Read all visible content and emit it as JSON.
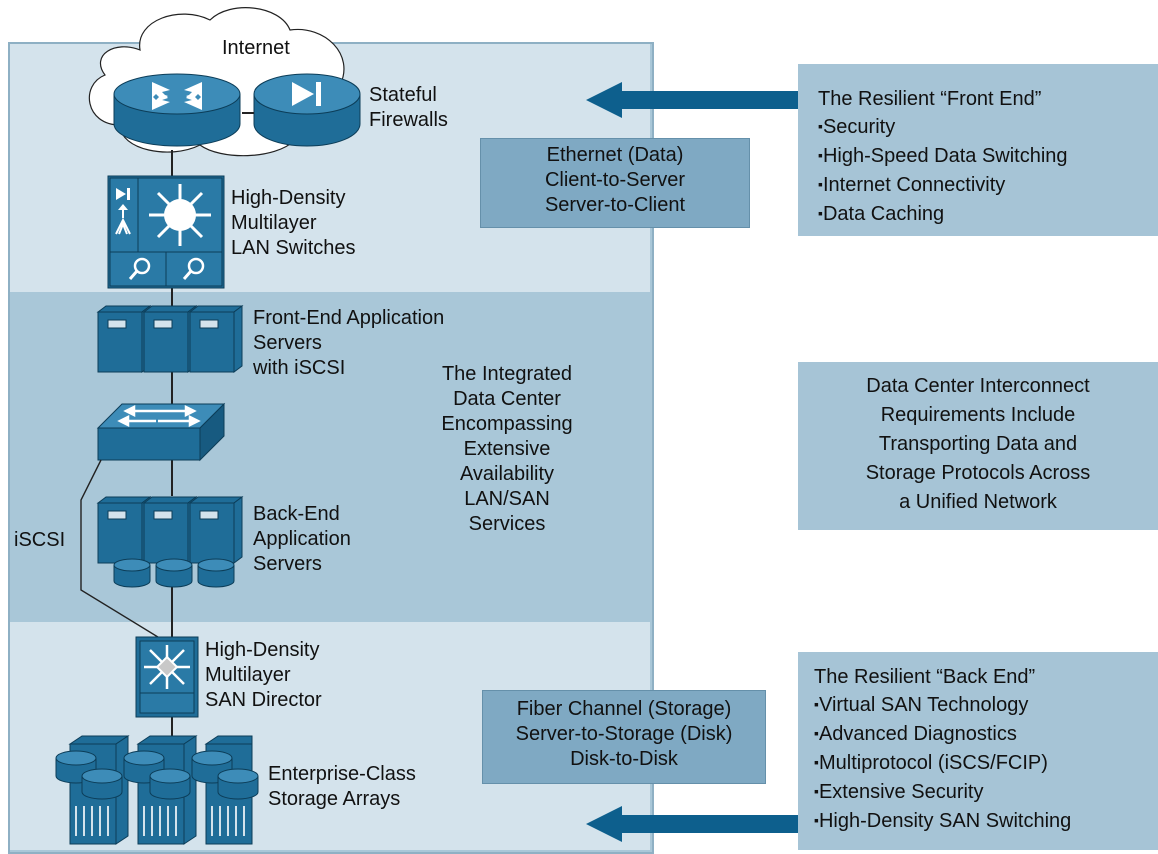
{
  "labels": {
    "internet": "Internet",
    "firewalls": [
      "Stateful",
      "Firewalls"
    ],
    "lan_switches": [
      "High-Density",
      "Multilayer",
      "LAN Switches"
    ],
    "front_end_servers": [
      "Front-End Application",
      "Servers",
      "with iSCSI"
    ],
    "back_end_servers": [
      "Back-End",
      "Application",
      "Servers"
    ],
    "iscsi": "iSCSI",
    "san_director": [
      "High-Density",
      "Multilayer",
      "SAN Director"
    ],
    "storage_arrays": [
      "Enterprise-Class",
      "Storage Arrays"
    ],
    "integrated_dc": [
      "The Integrated",
      "Data Center",
      "Encompassing",
      "Extensive",
      "Availability",
      "LAN/SAN",
      "Services"
    ]
  },
  "ethernet_box": [
    "Ethernet (Data)",
    "Client-to-Server",
    "Server-to-Client"
  ],
  "fiber_box": [
    "Fiber Channel (Storage)",
    "Server-to-Storage (Disk)",
    "Disk-to-Disk"
  ],
  "front_end": {
    "title": "The Resilient “Front End”",
    "items": [
      "Security",
      "High-Speed Data Switching",
      "Internet Connectivity",
      "Data Caching"
    ]
  },
  "interconnect": [
    "Data Center Interconnect",
    "Requirements Include",
    "Transporting Data and",
    "Storage Protocols Across",
    "a Unified Network"
  ],
  "back_end": {
    "title": "The Resilient “Back End”",
    "items": [
      "Virtual SAN Technology",
      "Advanced Diagnostics",
      "Multiprotocol (iSCS/FCIP)",
      "Extensive Security",
      "High-Density SAN Switching"
    ]
  },
  "colors": {
    "panel_light": "#d4e3ec",
    "panel_mid": "#a9c7d8",
    "device_blue": "#1f6d98",
    "arrow_blue": "#0d5f8d"
  }
}
